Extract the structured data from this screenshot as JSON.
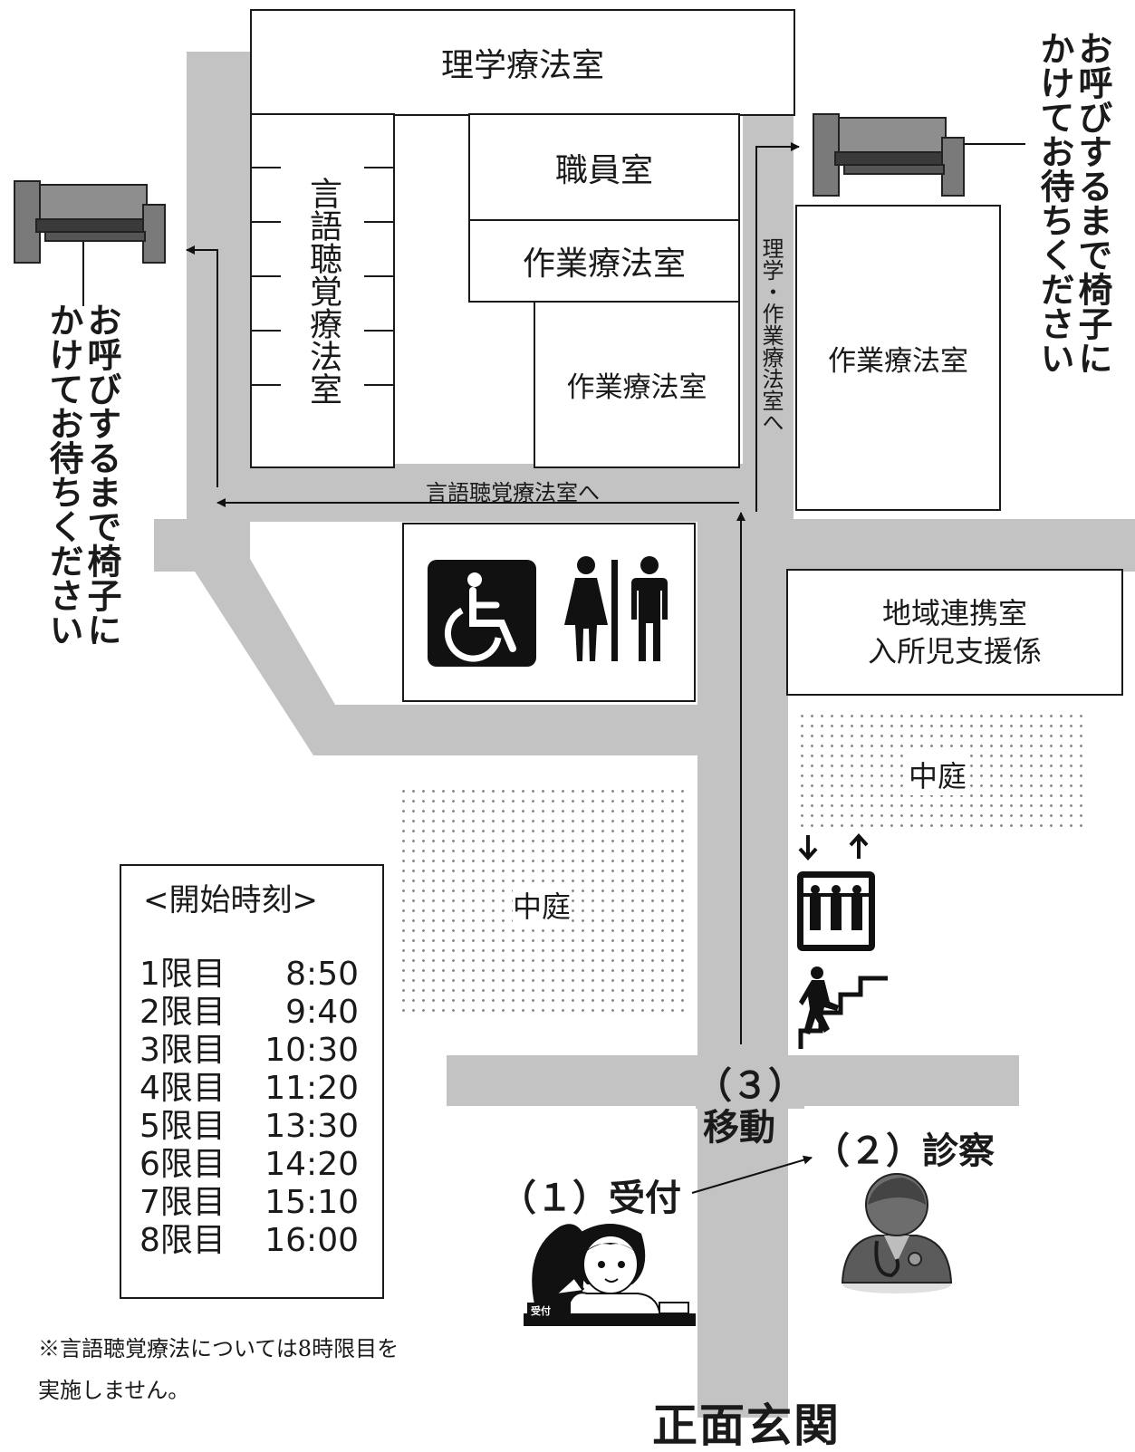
{
  "rooms": {
    "pt": "理学療法室",
    "staff": "職員室",
    "ot1": "作業療法室",
    "ot2": "作業療法室",
    "ot3": "作業療法室",
    "st": "言語聴覚療法室",
    "community": [
      "地域連携室",
      "入所児支援係"
    ]
  },
  "courtyard_label": "中庭",
  "wait_notice": [
    "お呼びするまで椅子に",
    "かけてお待ちください"
  ],
  "directions": {
    "to_st": "言語聴覚療法室へ",
    "to_pt_ot": "理学・作業療法室へ"
  },
  "steps": {
    "reception": "（１）受付",
    "exam": "（２）診察",
    "move_num": "（３）",
    "move": "移動"
  },
  "reception_desk_sign": "受付",
  "entrance": "正面玄関",
  "schedule": {
    "title": "<開始時刻>",
    "rows": [
      {
        "period": "1限目",
        "time": "8:50"
      },
      {
        "period": "2限目",
        "time": "9:40"
      },
      {
        "period": "3限目",
        "time": "10:30"
      },
      {
        "period": "4限目",
        "time": "11:20"
      },
      {
        "period": "5限目",
        "time": "13:30"
      },
      {
        "period": "6限目",
        "time": "14:20"
      },
      {
        "period": "7限目",
        "time": "15:10"
      },
      {
        "period": "8限目",
        "time": "16:00"
      }
    ]
  },
  "note": [
    "※言語聴覚療法については8時限目を",
    "実施しません。"
  ],
  "icons": [
    "bench-icon",
    "wheelchair-icon",
    "restroom-icon",
    "elevator-icon",
    "stairs-icon",
    "receptionist-icon",
    "doctor-icon"
  ],
  "colors": {
    "corridor": "#c3c3c3",
    "line": "#1a1a1a"
  }
}
